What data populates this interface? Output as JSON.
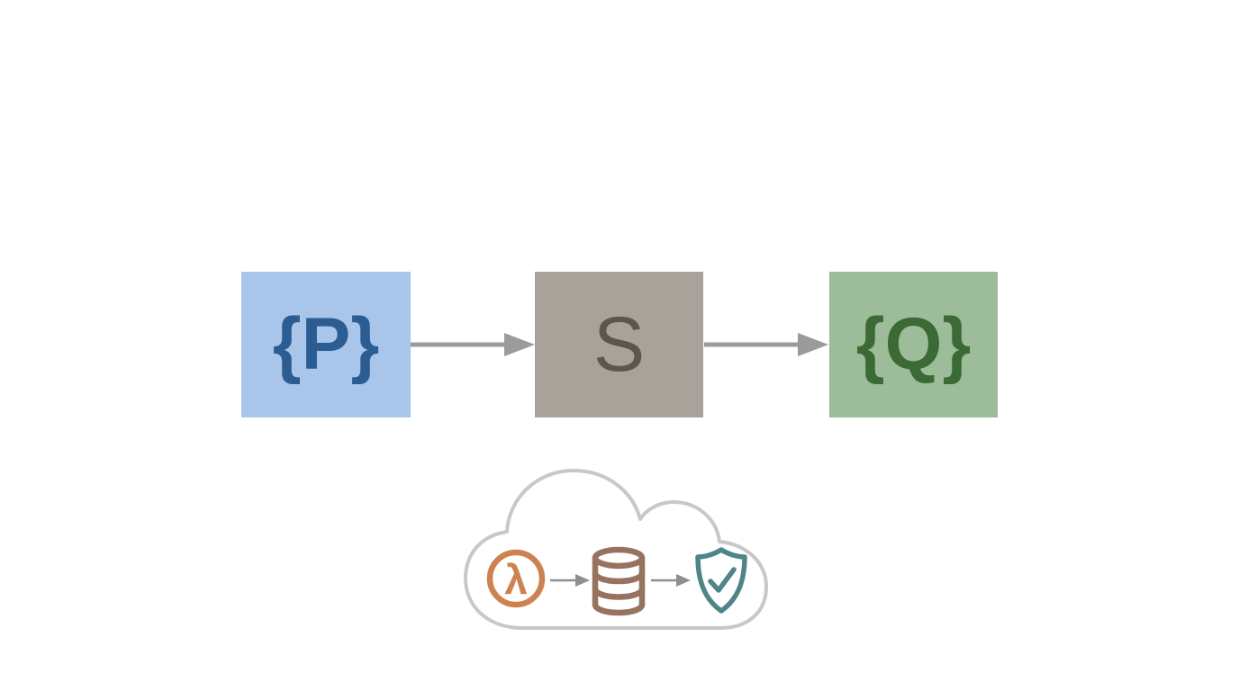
{
  "nodes": {
    "precondition": {
      "label": "{P}"
    },
    "statement": {
      "label": "S"
    },
    "postcondition": {
      "label": "{Q}"
    }
  },
  "icons": {
    "lambda_glyph": "λ",
    "lambda": "lambda-icon",
    "database": "database-icon",
    "shield_check": "shield-check-icon",
    "cloud": "cloud-icon"
  },
  "colors": {
    "background": "#ffffff",
    "p_bg": "#a9c5ea",
    "p_fg": "#2b5c92",
    "s_bg": "#a9a29a",
    "s_fg": "#5c564f",
    "q_bg": "#9dbc9a",
    "q_fg": "#3b6a35",
    "arrow": "#9b9b9b",
    "cloud": "#c8c8c8",
    "lambda": "#cd8351",
    "database": "#97725f",
    "shield": "#4f8587",
    "inner_arrow": "#8f8f8f"
  }
}
